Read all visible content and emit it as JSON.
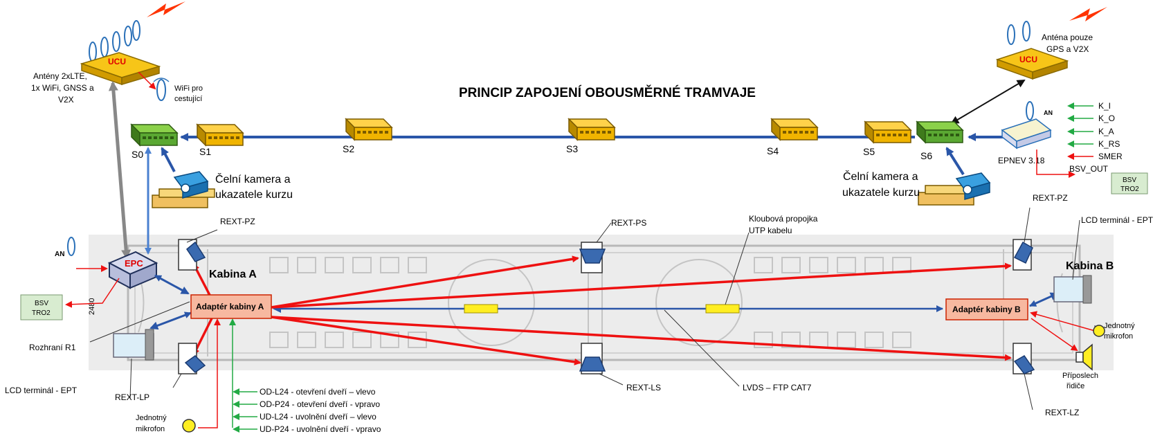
{
  "title": "PRINCIP ZAPOJENÍ OBOUSMĚRNÉ TRAMVAJE",
  "ucu_label": "UCU",
  "epc_label": "EPC",
  "antennas_left": [
    "Antény 2xLTE,",
    "1x WiFi, GNSS a",
    "V2X"
  ],
  "wifi_label": [
    "WiFi pro",
    "cestující"
  ],
  "antenna_right": [
    "Anténa pouze",
    "GPS a V2X"
  ],
  "switches": [
    "S0",
    "S1",
    "S2",
    "S3",
    "S4",
    "S5",
    "S6"
  ],
  "camera_left": [
    "Čelní kamera a",
    "ukazatele kurzu"
  ],
  "camera_right": [
    "Čelní kamera a",
    "ukazatele kurzu"
  ],
  "an_label": "AN",
  "epnev_label": "EPNEV 3.18",
  "signals": [
    "K_I",
    "K_O",
    "K_A",
    "K_RS",
    "SMER"
  ],
  "bsv_out_label": "BSV_OUT",
  "bsv_box": [
    "BSV",
    "TRO2"
  ],
  "rext_pz_a": "REXT-PZ",
  "rext_ps": "REXT-PS",
  "rext_pz_b": "REXT-PZ",
  "kloubova": [
    "Kloubová propojka",
    "UTP kabelu"
  ],
  "lcd_b": "LCD terminál - EPT",
  "kabina_a": "Kabina A",
  "kabina_b": "Kabina B",
  "adapter_a": "Adaptér kabiny A",
  "adapter_b": "Adaptér kabiny B",
  "rozhrani": "Rozhraní R1",
  "lcd_a": "LCD terminál - EPT",
  "rext_lp": "REXT-LP",
  "rext_ls": "REXT-LS",
  "lvds": "LVDS – FTP CAT7",
  "rext_lz": "REXT-LZ",
  "mic_right": [
    "Jednotný",
    "mikrofon"
  ],
  "speaker": [
    "Příposlech",
    "řidiče"
  ],
  "mic_left": [
    "Jednotný",
    "mikrofon"
  ],
  "door_signals": [
    "OD-L24 - otevření dveří – vlevo",
    "OD-P24 - otevření dveří - vpravo",
    "UD-L24 - uvolnění dveří – vlevo",
    "UD-P24 - uvolnění dveří - vpravo"
  ],
  "tram_dim": "2480",
  "colors": {
    "red": "#ee1111",
    "blue": "#2a56a8",
    "green": "#22aa44",
    "switch_yellow": "#f0b400",
    "switch_green": "#5aa832"
  }
}
